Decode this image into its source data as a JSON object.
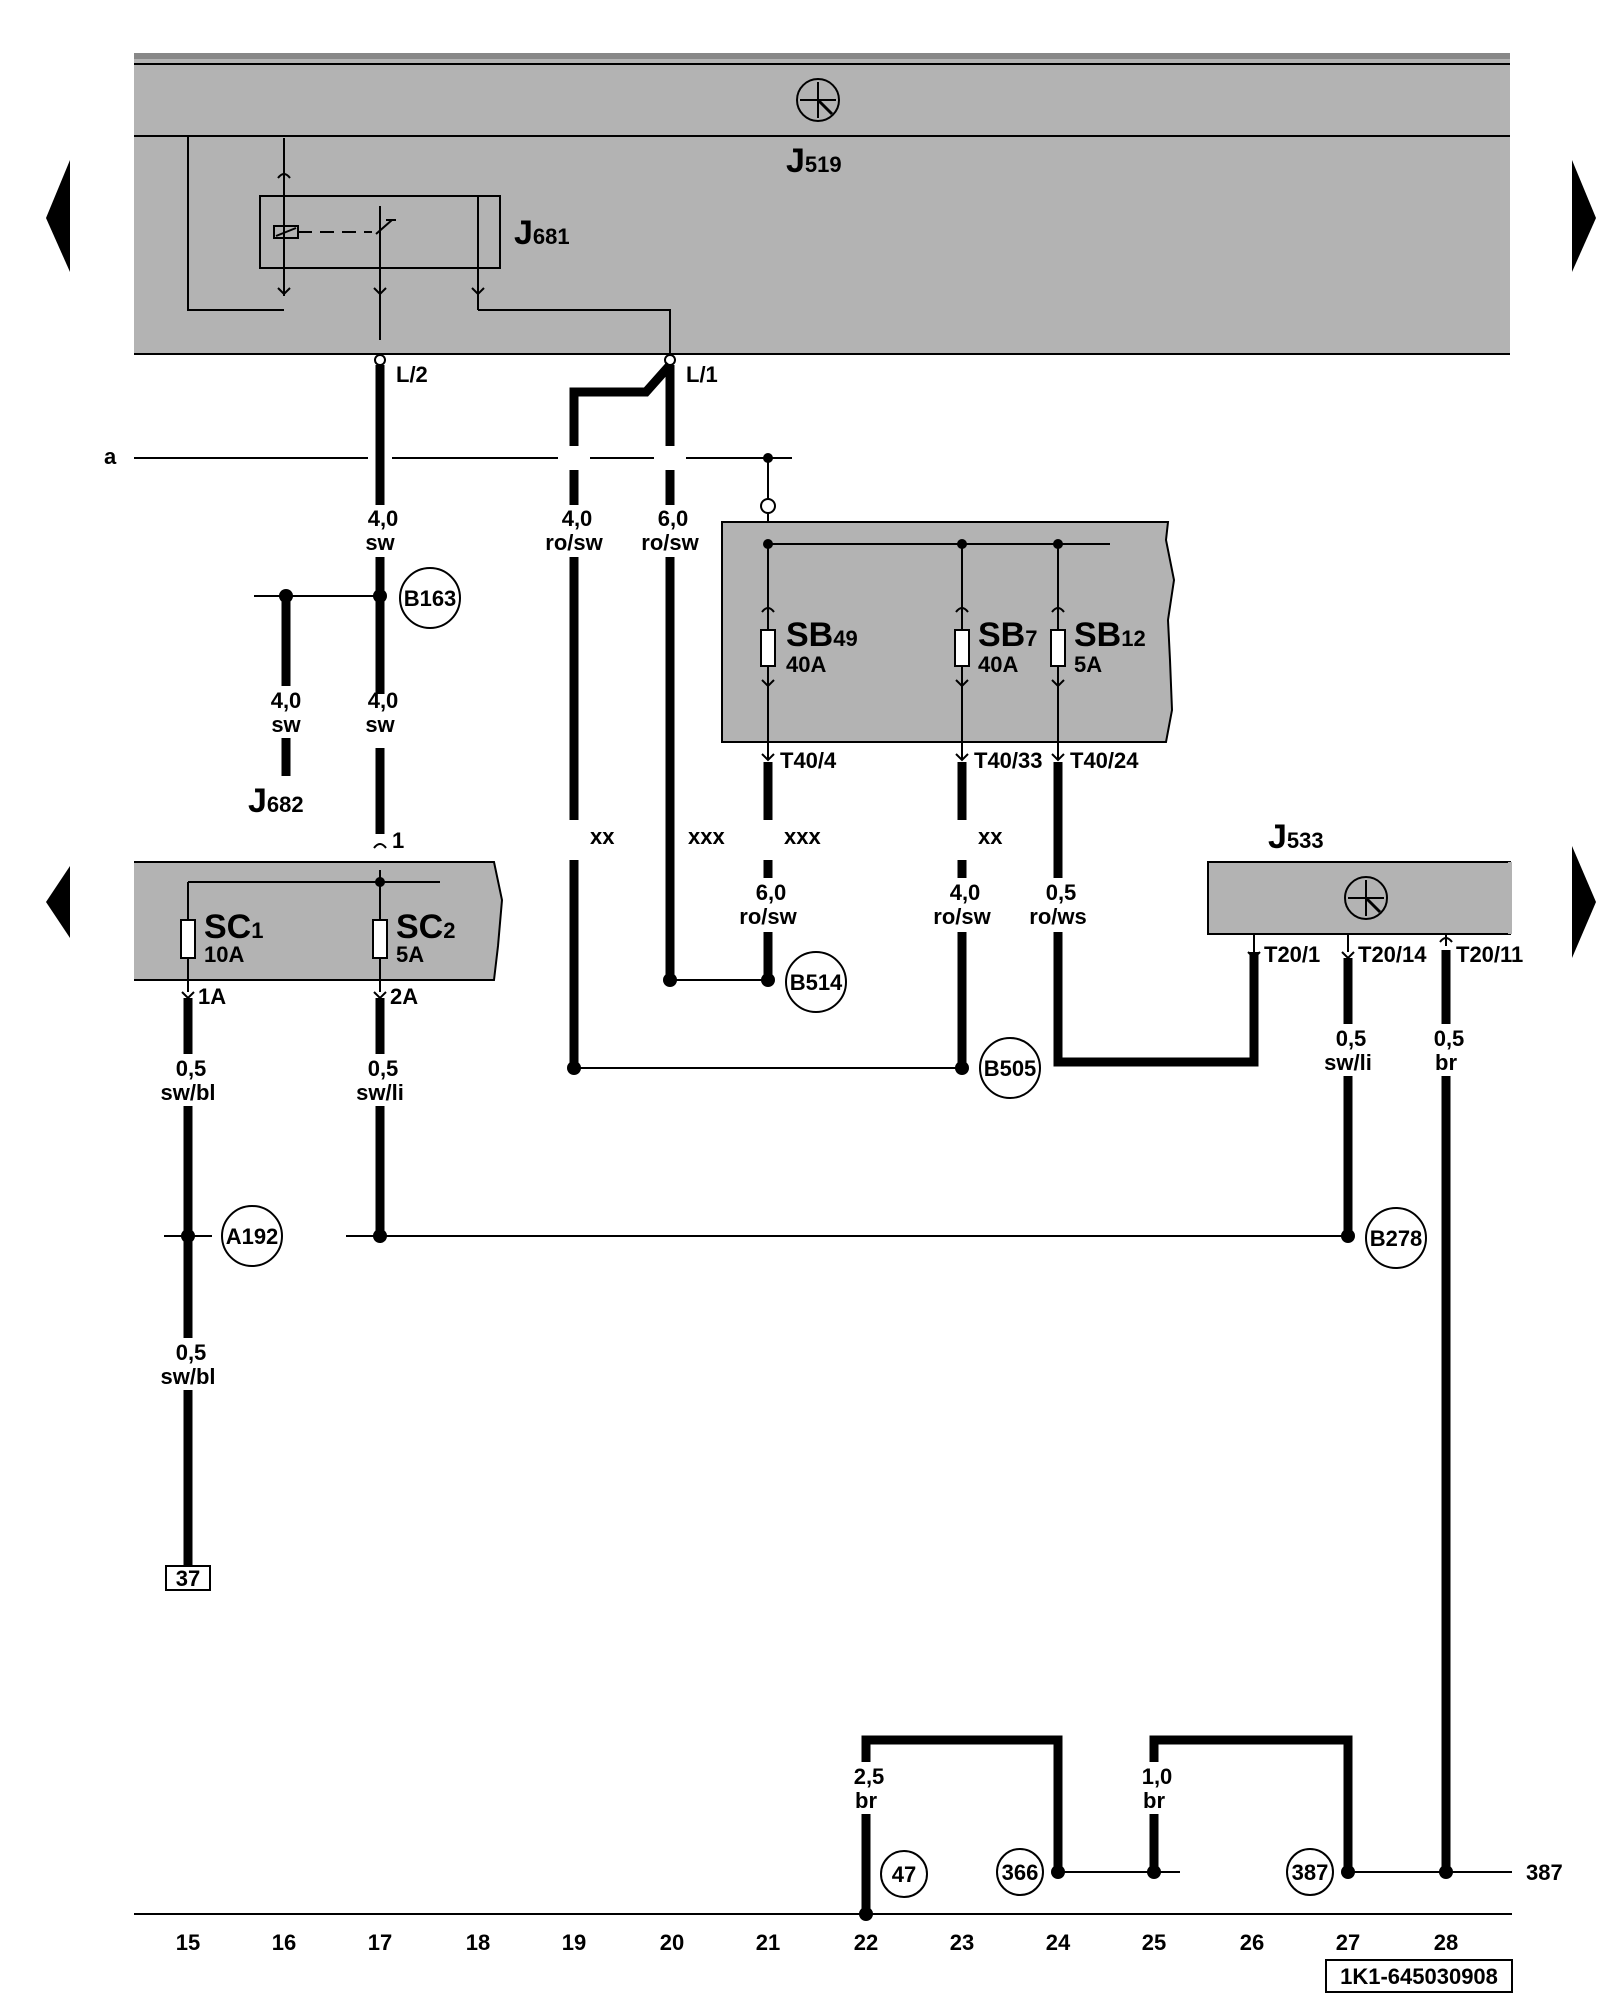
{
  "components": {
    "j519": {
      "name": "J",
      "sub": "519"
    },
    "j681": {
      "name": "J",
      "sub": "681"
    },
    "j682": {
      "name": "J",
      "sub": "682"
    },
    "j533": {
      "name": "J",
      "sub": "533"
    }
  },
  "pins": {
    "l2": "L/2",
    "l1": "L/1",
    "t40_4": "T40/4",
    "t40_33": "T40/33",
    "t40_24": "T40/24",
    "p1": "1",
    "p1a": "1A",
    "p2a": "2A",
    "t20_1": "T20/1",
    "t20_14": "T20/14",
    "t20_11": "T20/11"
  },
  "fuses": {
    "sb49": {
      "name": "SB",
      "sub": "49",
      "rating": "40A"
    },
    "sb7": {
      "name": "SB",
      "sub": "7",
      "rating": "40A"
    },
    "sb12": {
      "name": "SB",
      "sub": "12",
      "rating": "5A"
    },
    "sc1": {
      "name": "SC",
      "sub": "1",
      "rating": "10A"
    },
    "sc2": {
      "name": "SC",
      "sub": "2",
      "rating": "5A"
    }
  },
  "wires": [
    {
      "size": "4,0",
      "color": "sw"
    },
    {
      "size": "4,0",
      "color": "ro/sw"
    },
    {
      "size": "6,0",
      "color": "ro/sw"
    },
    {
      "size": "4,0",
      "color": "sw"
    },
    {
      "size": "4,0",
      "color": "sw"
    },
    {
      "size": "6,0",
      "color": "ro/sw"
    },
    {
      "size": "4,0",
      "color": "ro/sw"
    },
    {
      "size": "0,5",
      "color": "ro/ws"
    },
    {
      "size": "0,5",
      "color": "sw/bl"
    },
    {
      "size": "0,5",
      "color": "sw/li"
    },
    {
      "size": "0,5",
      "color": "sw/li"
    },
    {
      "size": "0,5",
      "color": "br"
    },
    {
      "size": "0,5",
      "color": "sw/bl"
    },
    {
      "size": "2,5",
      "color": "br"
    },
    {
      "size": "1,0",
      "color": "br"
    }
  ],
  "markers": {
    "xx1": "xx",
    "xxx1": "xxx",
    "xxx2": "xxx",
    "xx2": "xx"
  },
  "connectors": {
    "b163": "B163",
    "b514": "B514",
    "b505": "B505",
    "a192": "A192",
    "b278": "B278",
    "c47": "47",
    "c366": "366",
    "c387": "387"
  },
  "line_a": "a",
  "ref_37": "37",
  "ref_387": "387",
  "ruler": [
    "15",
    "16",
    "17",
    "18",
    "19",
    "20",
    "21",
    "22",
    "23",
    "24",
    "25",
    "26",
    "27",
    "28"
  ],
  "doc_id": "1K1-645030908"
}
